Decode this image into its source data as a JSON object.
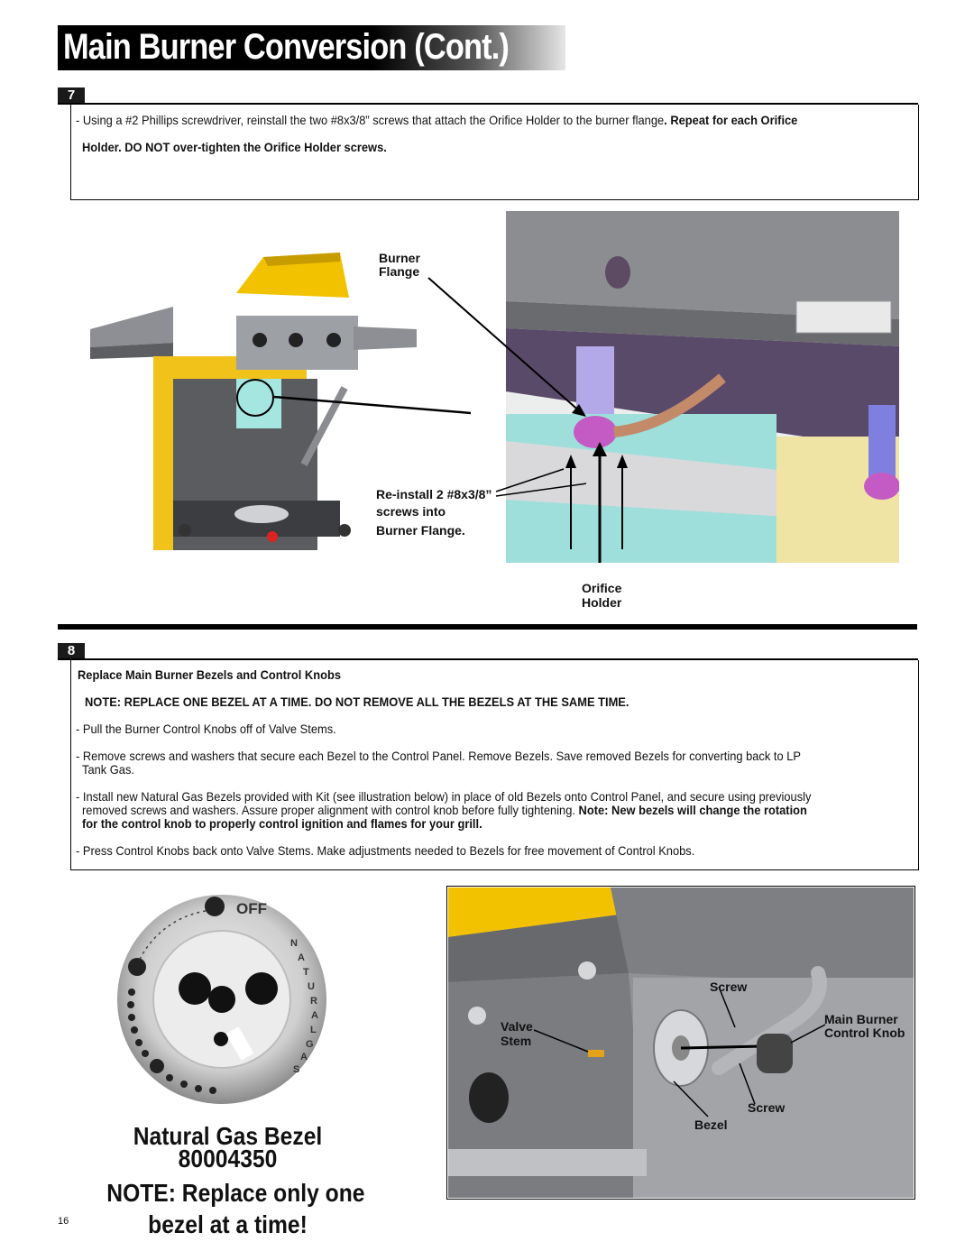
{
  "header": {
    "title": "Main Burner Conversion (Cont.)"
  },
  "step7": {
    "number": "7",
    "line1_plain": "- Using  a #2 Phillips screwdriver, reinstall the two #8x3/8” screws that attach the Orifice Holder to the burner flange",
    "line1_bold": ".  Repeat for each Orifice",
    "line2_bold": "Holder.  DO NOT over-tighten the Orifice Holder screws.",
    "callouts": {
      "burner_flange_1": "Burner",
      "burner_flange_2": "Flange",
      "reinstall_1": "Re-install 2 #8x3/8”",
      "reinstall_2": "screws into",
      "reinstall_3": "Burner Flange.",
      "orifice_1": "Orifice",
      "orifice_2": "Holder"
    }
  },
  "step8": {
    "number": "8",
    "heading": "Replace Main Burner Bezels and Control Knobs",
    "note": "NOTE: REPLACE ONE BEZEL AT A TIME. DO NOT REMOVE ALL THE BEZELS AT THE SAME TIME.",
    "bullet1": "- Pull the Burner Control Knobs off of Valve Stems.",
    "bullet2_a": "- Remove screws and washers that secure each Bezel to the Control Panel.  Remove Bezels.  Save removed Bezels for converting back to LP",
    "bullet2_b": "Tank Gas.",
    "bullet3_a": "- Install new Natural Gas Bezels provided with Kit (see illustration below) in place of old Bezels onto Control Panel, and secure using previously",
    "bullet3_b_plain": "removed screws and washers.  Assure proper alignment with control knob before fully tightening.  ",
    "bullet3_b_bold": "Note: New bezels will change the rotation",
    "bullet3_c_bold": "for the control knob to properly control ignition and flames for your grill.",
    "bullet4": "- Press Control Knobs back onto Valve Stems.  Make adjustments needed to Bezels for free movement of Control Knobs.",
    "callouts": {
      "screw_top": "Screw",
      "valve": "Valve",
      "stem": "Stem",
      "knob_1": "Main Burner",
      "knob_2": "Control Knob",
      "screw_bottom": "Screw",
      "bezel": "Bezel"
    }
  },
  "bezel_graphic": {
    "off_label": "OFF",
    "ring_letters": [
      "N",
      "A",
      "T",
      "U",
      "R",
      "A",
      "L",
      "G",
      "A",
      "S"
    ]
  },
  "caption": {
    "line1": "Natural Gas Bezel",
    "line2": "80004350",
    "line3": "NOTE: Replace only one",
    "line4": "bezel at a time!"
  },
  "page_number": "16",
  "colors": {
    "grill_yellow": "#f2c200",
    "burner_purple": "#c45bc4",
    "panel_cyan": "#a6e6e1",
    "grill_gray": "#7a7c80"
  }
}
